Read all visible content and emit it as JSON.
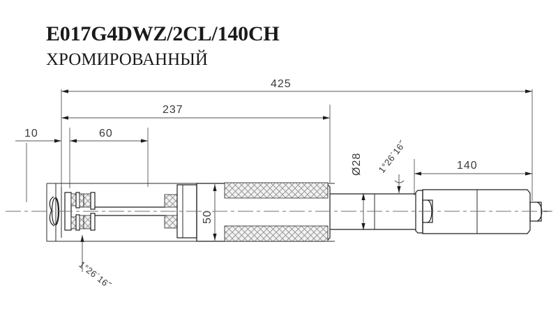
{
  "document": {
    "type": "technical-drawing",
    "title": "E017G4DWZ/2CL/140CH",
    "subtitle": "ХРОМИРОВАННЫЙ",
    "background_color": "#ffffff",
    "line_color": "#1d1d1d",
    "dimension_color": "#555555"
  },
  "dimensions": {
    "overall_length": "425",
    "body_length": "237",
    "eye_offset": "10",
    "collar_length": "60",
    "body_diameter": "50",
    "rod_diameter": "Ø28",
    "stroke_length": "140",
    "angle_left": "1°26´16˝",
    "angle_right": "1°26´16˝"
  },
  "dimension_list": [
    {
      "id": "dim-425",
      "label": "425",
      "orientation": "horizontal"
    },
    {
      "id": "dim-237",
      "label": "237",
      "orientation": "horizontal"
    },
    {
      "id": "dim-10",
      "label": "10",
      "orientation": "horizontal"
    },
    {
      "id": "dim-60",
      "label": "60",
      "orientation": "horizontal"
    },
    {
      "id": "dim-140",
      "label": "140",
      "orientation": "horizontal"
    },
    {
      "id": "dim-50",
      "label": "50",
      "orientation": "vertical"
    },
    {
      "id": "dim-28",
      "label": "Ø28",
      "orientation": "vertical"
    },
    {
      "id": "angle-left",
      "label": "1°26´16˝",
      "orientation": "rotated"
    },
    {
      "id": "angle-right",
      "label": "1°26´16˝",
      "orientation": "rotated"
    }
  ]
}
